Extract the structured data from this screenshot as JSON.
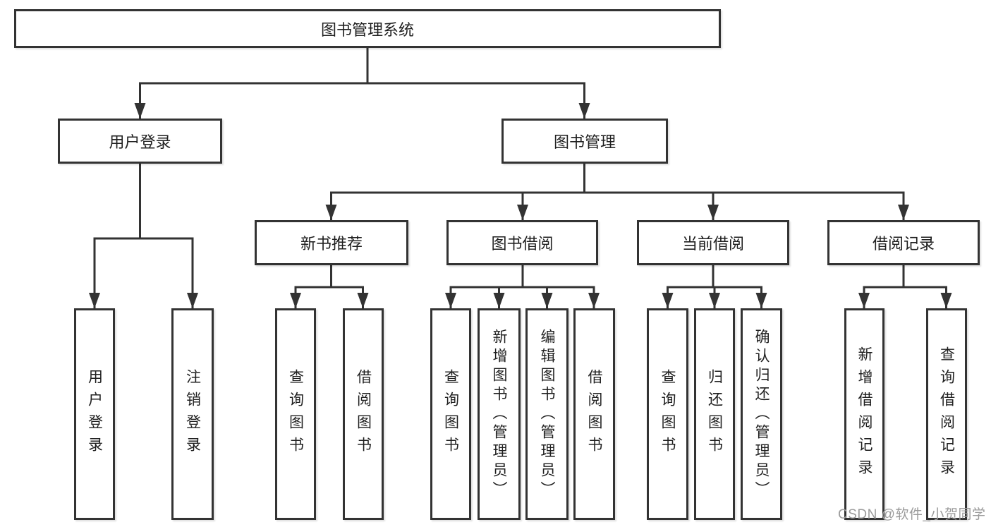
{
  "diagram": {
    "root": {
      "label": "图书管理系统"
    },
    "user_login": {
      "label": "用户登录",
      "children": [
        {
          "label": "用户登录"
        },
        {
          "label": "注销登录"
        }
      ]
    },
    "book_management": {
      "label": "图书管理",
      "sections": [
        {
          "label": "新书推荐",
          "children": [
            {
              "label": "查询图书"
            },
            {
              "label": "借阅图书"
            }
          ]
        },
        {
          "label": "图书借阅",
          "children": [
            {
              "label": "查询图书"
            },
            {
              "label": "新增图书（管理员）"
            },
            {
              "label": "编辑图书（管理员）"
            },
            {
              "label": "借阅图书"
            }
          ]
        },
        {
          "label": "当前借阅",
          "children": [
            {
              "label": "查询图书"
            },
            {
              "label": "归还图书"
            },
            {
              "label": "确认归还（管理员）"
            }
          ]
        },
        {
          "label": "借阅记录",
          "children": [
            {
              "label": "新增借阅记录"
            },
            {
              "label": "查询借阅记录"
            }
          ]
        }
      ]
    }
  },
  "colors": {
    "line": "#333333",
    "box_border": "#333333",
    "box_fill": "#ffffff",
    "text": "#1f1f1f",
    "watermark": "#9b9b9b",
    "background": "#ffffff"
  },
  "watermark": {
    "text": "CSDN @软件_小贺同学"
  }
}
